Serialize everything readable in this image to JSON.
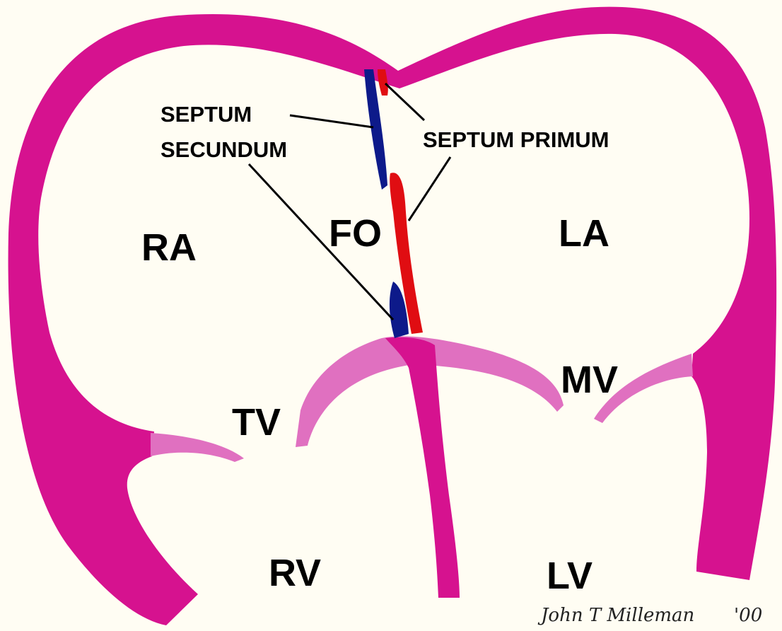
{
  "diagram": {
    "labels": {
      "ra": "RA",
      "la": "LA",
      "fo": "FO",
      "tv": "TV",
      "mv": "MV",
      "rv": "RV",
      "lv": "LV",
      "septum_secundum_1": "SEPTUM",
      "septum_secundum_2": "SECUNDUM",
      "septum_primum": "SEPTUM PRIMUM"
    },
    "signature": {
      "name": "John T Milleman",
      "year": "'00"
    },
    "colors": {
      "background": "#fffdf3",
      "heart_wall": "#d6128f",
      "valve": "#e070c0",
      "septum_secundum": "#0d1a8a",
      "septum_primum": "#e00d12",
      "text": "#000000"
    }
  }
}
